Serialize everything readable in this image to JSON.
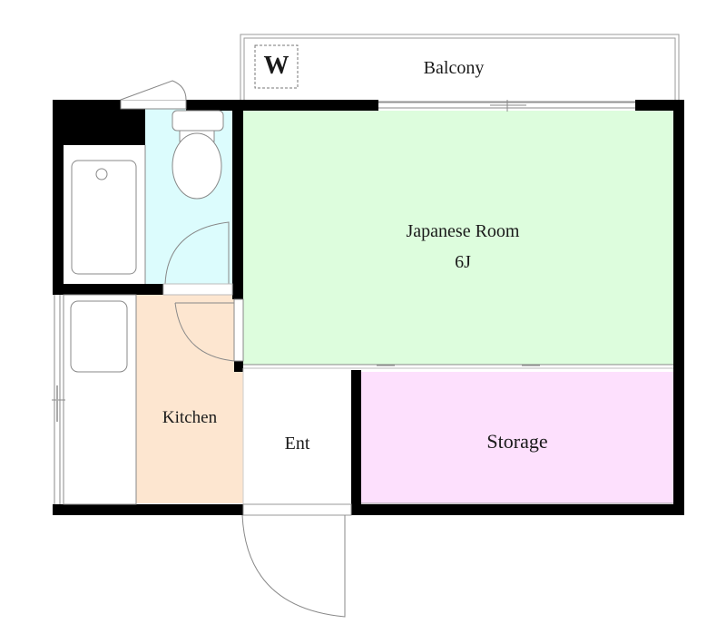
{
  "floorplan": {
    "rooms": {
      "balcony": {
        "label": "Balcony"
      },
      "washer": {
        "label": "W"
      },
      "japanese_room": {
        "label": "Japanese Room",
        "size": "6J",
        "color": "#ddfddd"
      },
      "kitchen": {
        "label": "Kitchen",
        "color": "#fde6d0"
      },
      "entrance": {
        "label": "Ent"
      },
      "storage": {
        "label": "Storage",
        "color": "#fde0fd"
      },
      "toilet": {
        "color": "#dcfcfd"
      },
      "bath": {
        "color": "#ffffff"
      }
    },
    "colors": {
      "wall": "#000000",
      "line": "#808080"
    }
  }
}
